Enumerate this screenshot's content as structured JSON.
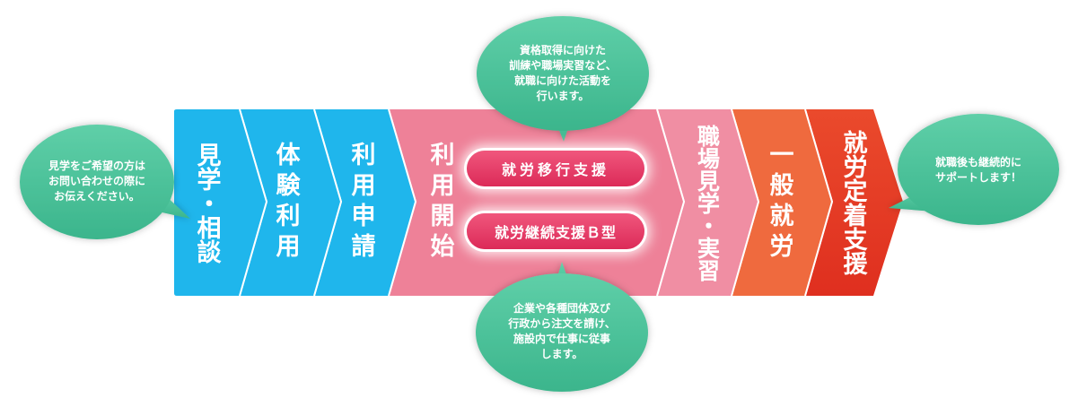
{
  "colors": {
    "blue": "#1fb6ec",
    "pink": "#ee8198",
    "pink_light": "#f08ea3",
    "orange": "#ef6a3e",
    "red": "#e53a26",
    "pill": "#e03a62",
    "bubble": "#4cc39a"
  },
  "steps": [
    {
      "label": "見学・相談"
    },
    {
      "label": "体験利用"
    },
    {
      "label": "利用申請"
    },
    {
      "label": "利用開始"
    },
    {
      "label": "職場見学・実習"
    },
    {
      "label": "一般就労"
    },
    {
      "label": "就労定着支援"
    }
  ],
  "services": [
    {
      "label": "就労移行支援"
    },
    {
      "label": "就労継続支援Ｂ型"
    }
  ],
  "bubbles": {
    "left": {
      "text": "見学をご希望の方は\nお問い合わせの際に\nお伝えください。"
    },
    "top": {
      "text": "資格取得に向けた\n訓練や職場実習など、\n就職に向けた活動を\n行います。"
    },
    "bottom": {
      "text": "企業や各種団体及び\n行政から注文を請け、\n施設内で仕事に従事\nします。"
    },
    "right": {
      "text": "就職後も継続的に\nサポートします！"
    }
  }
}
